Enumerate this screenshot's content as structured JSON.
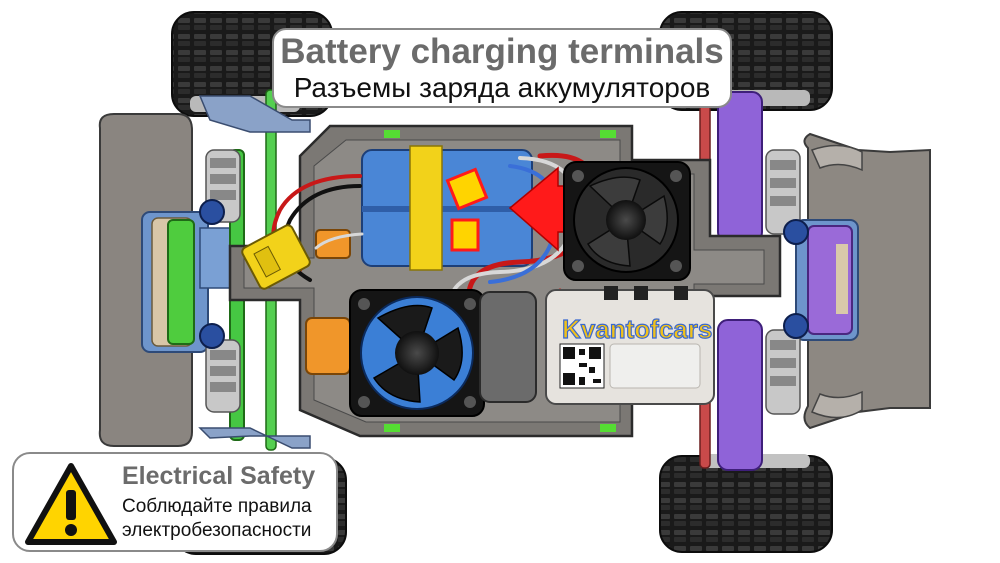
{
  "header_callout": {
    "title_en": "Battery charging terminals",
    "title_ru": "Разъемы заряда аккумуляторов"
  },
  "safety_callout": {
    "title": "Electrical Safety",
    "line1": "Соблюдайте правила",
    "line2": "электробезопасности",
    "icon": "warning-triangle-icon"
  },
  "board": {
    "brand": "Kvantofcars"
  },
  "colors": {
    "arrow": "#ff1a1a",
    "terminal_marker": "#ffd400",
    "battery_blue": "#4a86d6",
    "steering_green": "#3ccf3c",
    "suspension_purple": "#8a5cd6",
    "chassis_grey": "#7d7a76"
  }
}
